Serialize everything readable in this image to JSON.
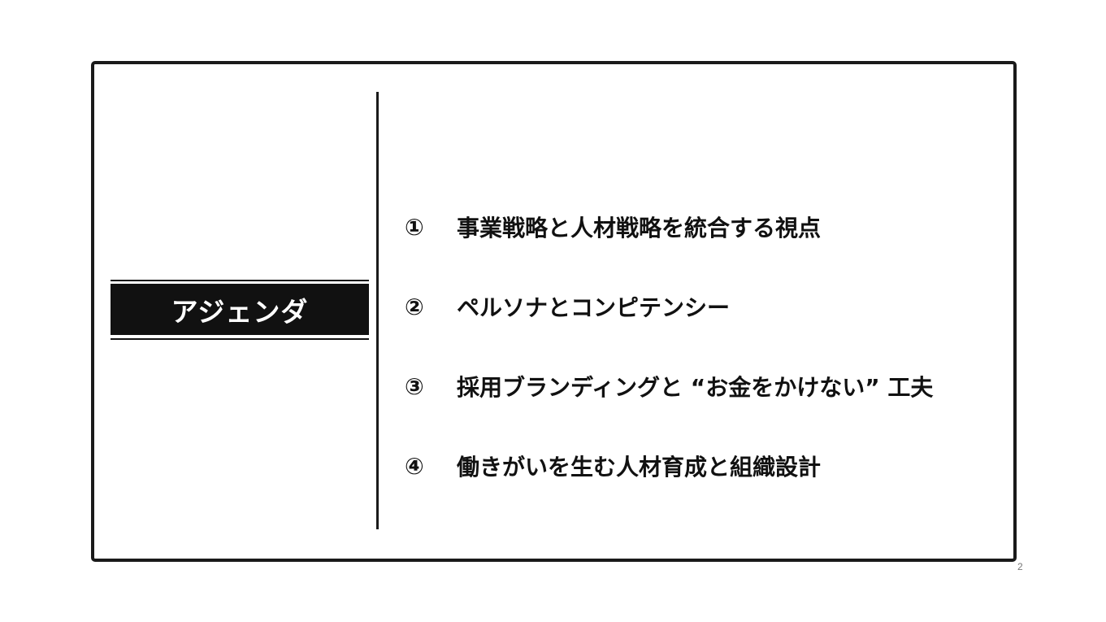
{
  "slide": {
    "title": "アジェンダ",
    "agenda": [
      {
        "number": "①",
        "text": "事業戦略と人材戦略を統合する視点"
      },
      {
        "number": "②",
        "text": "ペルソナとコンピテンシー"
      },
      {
        "number": "③",
        "text": "採用ブランディングと “お金をかけない” 工夫"
      },
      {
        "number": "④",
        "text": "働きがいを生む人材育成と組織設計"
      }
    ],
    "page_number": "2"
  },
  "colors": {
    "frame": "#1a1a1a",
    "title_background": "#111111",
    "title_text": "#ffffff",
    "body_text": "#111111"
  }
}
